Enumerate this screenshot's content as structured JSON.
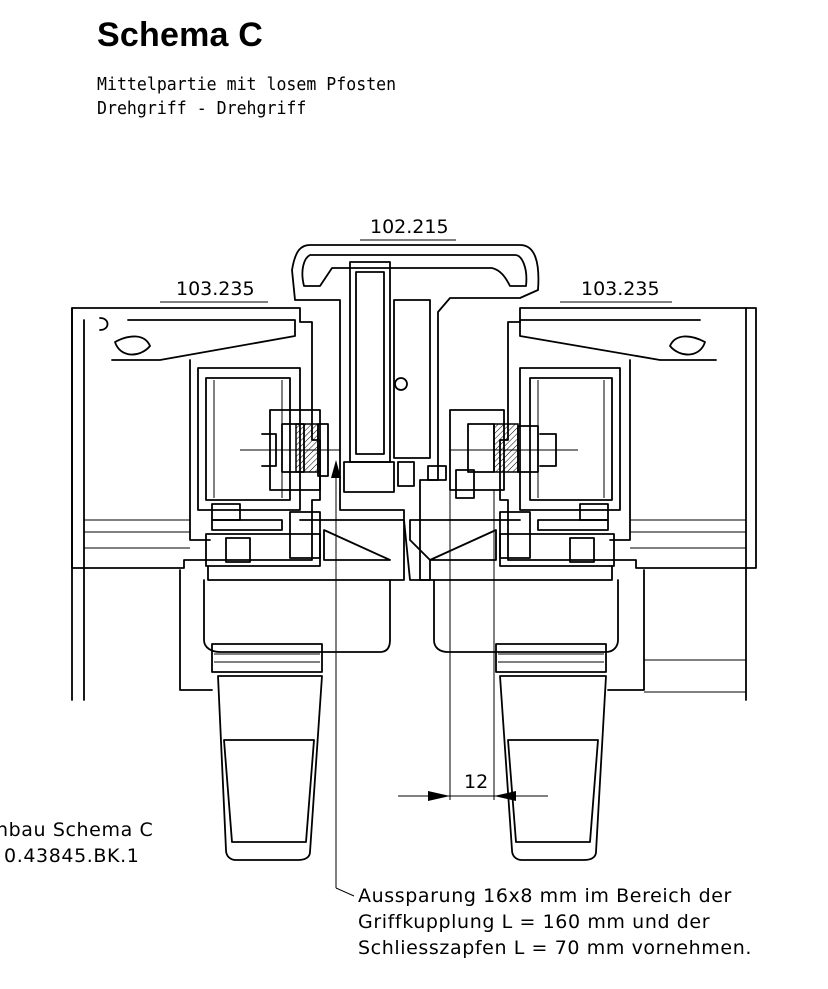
{
  "title": "Schema C",
  "subtitle_lines": [
    "Mittelpartie mit losem Pfosten",
    "Drehgriff - Drehgriff"
  ],
  "profile_labels": {
    "center": "102.215",
    "left": "103.235",
    "right": "103.235"
  },
  "dimension": {
    "value": "12"
  },
  "side_note": [
    "nbau Schema C",
    "0.43845.BK.1"
  ],
  "cutout_note": [
    "Aussparung 16x8 mm im Bereich der",
    "Griffkupplung L = 160 mm und der",
    "Schliesszapfen L = 70 mm vornehmen."
  ]
}
